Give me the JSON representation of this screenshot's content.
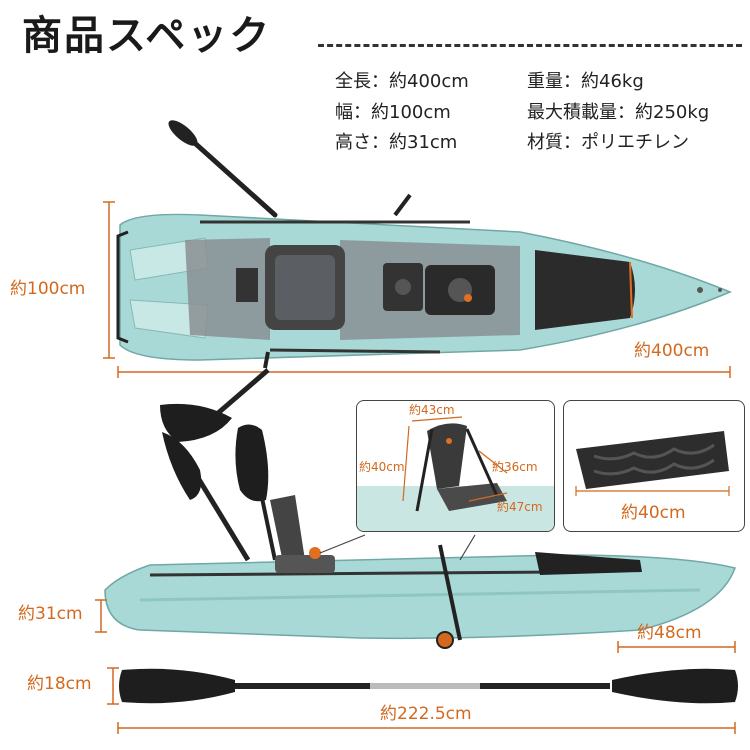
{
  "title": "商品スペック",
  "specs": {
    "length": "全長：約400cm",
    "weight": "重量：約46kg",
    "width": "幅：約100cm",
    "max_load": "最大積載量：約250kg",
    "height": "高さ：約31cm",
    "material": "材質：ポリエチレン"
  },
  "dimensions": {
    "top_width": "約100cm",
    "top_length": "約400cm",
    "seat_width": "約43cm",
    "seat_back_height": "約40cm",
    "seat_side_1": "約36cm",
    "seat_side_2": "約47cm",
    "footrest_length": "約40cm",
    "side_height": "約31cm",
    "side_bow": "約48cm",
    "paddle_blade": "約18cm",
    "paddle_length": "約222.5cm"
  },
  "colors": {
    "hull": "#a9d9d6",
    "accent": "#d2691e",
    "deck_pad": "#8a8f94"
  }
}
